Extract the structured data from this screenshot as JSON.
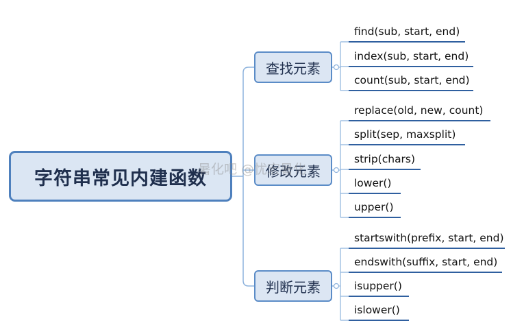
{
  "root": {
    "label": "字符串常见内建函数"
  },
  "branches": [
    {
      "label": "查找元素",
      "leaves": [
        "find(sub, start, end)",
        "index(sub, start, end)",
        "count(sub, start, end)"
      ]
    },
    {
      "label": "修改元素",
      "leaves": [
        "replace(old, new, count)",
        "split(sep, maxsplit)",
        "strip(chars)",
        "lower()",
        "upper()"
      ]
    },
    {
      "label": "判断元素",
      "leaves": [
        "startswith(prefix, start, end)",
        "endswith(suffix, start, end)",
        "isupper()",
        "islower()"
      ]
    }
  ],
  "watermark": "暑化吧 @忧宏暑化",
  "colors": {
    "connector": "#8eb3dd",
    "underline": "#2f5f9f",
    "node_fill": "#dce6f3",
    "node_border": "#5b8cc7"
  }
}
